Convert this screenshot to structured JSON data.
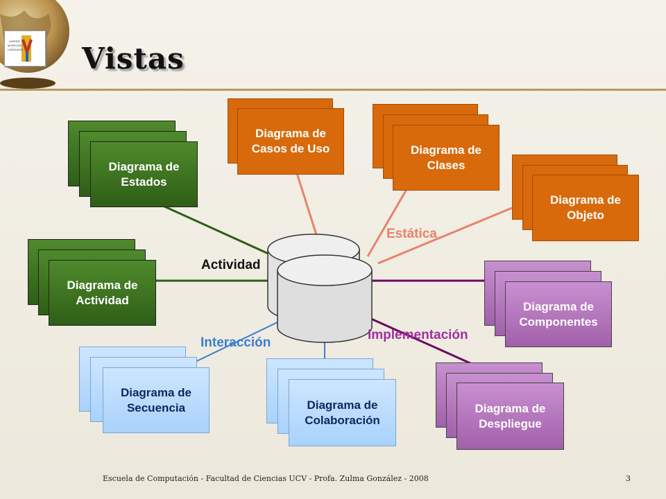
{
  "title": "Vistas",
  "footer": "Escuela de Computación - Facultad de Ciencias UCV - Profa. Zulma González - 2008",
  "page_number": "3",
  "colors": {
    "static": "#e9826a",
    "activity": "#2e5e16",
    "implementation": "#6a0a5e",
    "interaction": "#3a7ed0"
  },
  "groups": {
    "actividad": "Actividad",
    "estatica": "Estática",
    "interaccion": "Interacción",
    "implementacion": "Implementación"
  },
  "diagrams": {
    "estados": [
      "Diagrama de",
      "Estados"
    ],
    "actividad": [
      "Diagrama de",
      "Actividad"
    ],
    "casos_uso": [
      "Diagrama de",
      "Casos de Uso"
    ],
    "clases": [
      "Diagrama de",
      "Clases"
    ],
    "objeto": [
      "Diagrama de",
      "Objeto"
    ],
    "componentes": [
      "Diagrama de",
      "Componentes"
    ],
    "despliegue": [
      "Diagrama de",
      "Despliegue"
    ],
    "secuencia": [
      "Diagrama de",
      "Secuencia"
    ],
    "colaboracion": [
      "Diagrama de",
      "Colaboración"
    ]
  }
}
